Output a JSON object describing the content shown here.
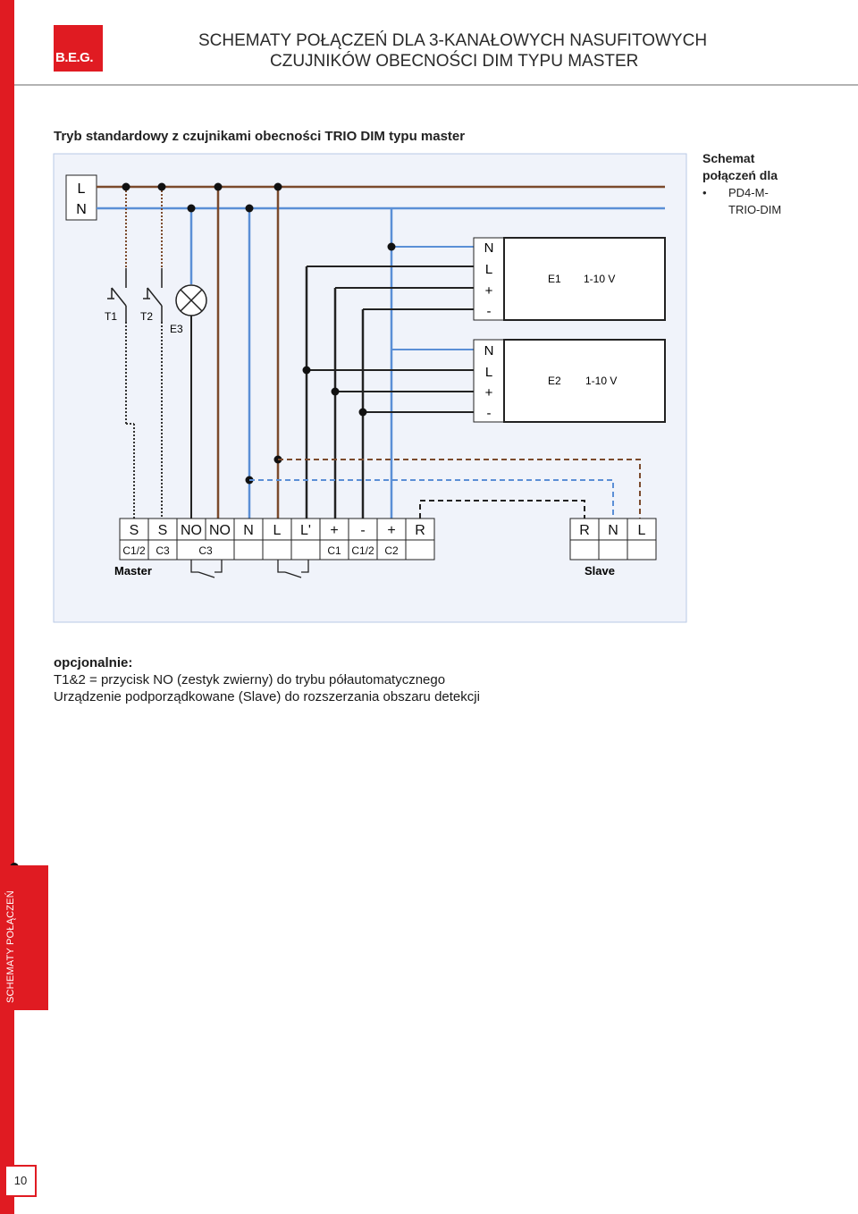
{
  "brand": {
    "logo_text": "B.E.G."
  },
  "header": {
    "title_line1": "SCHEMATY POŁĄCZEŃ DLA 3-KANAŁOWYCH NASUFITOWYCH",
    "title_line2": "CZUJNIKÓW OBECNOŚCI DIM TYPU MASTER"
  },
  "section": {
    "subtitle": "Tryb standardowy z czujnikami obecności TRIO DIM typu master"
  },
  "legend": {
    "heading_line1": "Schemat",
    "heading_line2": "połączeń dla",
    "bullet": "•",
    "item_line1": "PD4-M-",
    "item_line2": "TRIO-DIM"
  },
  "diagram": {
    "mains": [
      "L",
      "N"
    ],
    "switches": [
      "T1",
      "T2"
    ],
    "lamp": "E3",
    "ballasts": [
      {
        "name": "E1",
        "voltage": "1-10 V",
        "terminals": [
          "N",
          "L",
          "+",
          "-"
        ]
      },
      {
        "name": "E2",
        "voltage": "1-10 V",
        "terminals": [
          "N",
          "L",
          "+",
          "-"
        ]
      }
    ],
    "master": {
      "label": "Master",
      "terminals_top": [
        "S",
        "S",
        "NO",
        "NO",
        "N",
        "L",
        "L'",
        "+",
        "-",
        "+",
        "R"
      ],
      "terminals_bottom": [
        "C1/2",
        "C3",
        "C3",
        "",
        "",
        "",
        "",
        "C1",
        "C1/2",
        "C2",
        ""
      ]
    },
    "slave": {
      "label": "Slave",
      "terminals_top": [
        "R",
        "N",
        "L"
      ]
    }
  },
  "notes": {
    "heading": "opcjonalnie:",
    "line1": "T1&2 = przycisk NO (zestyk zwierny) do trybu półautomatycznego",
    "line2": "Urządzenie podporządkowane (Slave) do rozszerzania obszaru detekcji"
  },
  "sidebar": {
    "tab_label": "SCHEMATY POŁĄCZEŃ"
  },
  "footer": {
    "page_number": "10"
  },
  "colors": {
    "brand_red": "#e01b22",
    "diagram_bg": "#f0f3fa",
    "wire_brown": "#7b4a2c",
    "wire_blue": "#5b8fd6",
    "wire_black": "#111111"
  }
}
